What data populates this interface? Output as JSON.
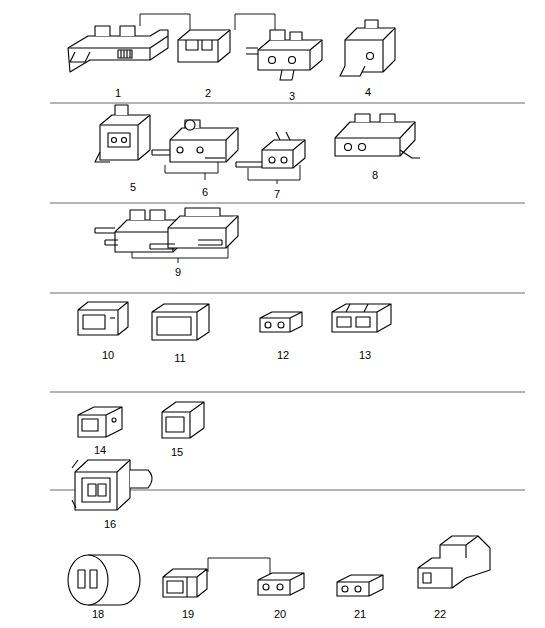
{
  "diagram": {
    "labels": [
      "1",
      "2",
      "3",
      "4",
      "5",
      "6",
      "7",
      "8",
      "9",
      "10",
      "11",
      "12",
      "13",
      "14",
      "15",
      "16",
      "18",
      "19",
      "20",
      "21",
      "22"
    ]
  }
}
